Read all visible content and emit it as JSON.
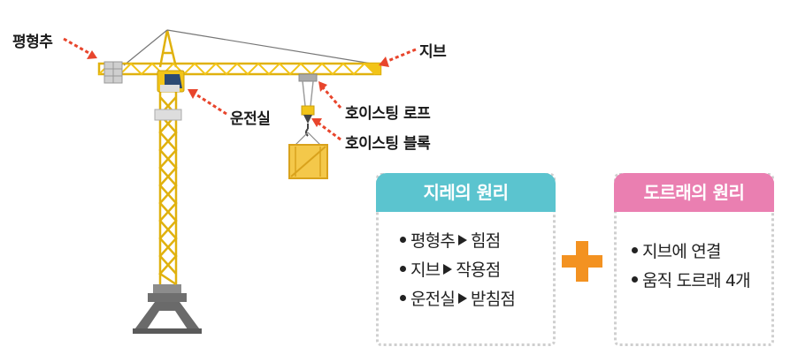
{
  "callouts": {
    "counterweight": "평형추",
    "jib": "지브",
    "cab": "운전실",
    "hoist_rope": "호이스팅 로프",
    "hoist_block": "호이스팅 블록"
  },
  "card_left": {
    "title": "지레의 원리",
    "items": [
      {
        "part": "평형추",
        "role": "힘점"
      },
      {
        "part": "지브",
        "role": "작용점"
      },
      {
        "part": "운전실",
        "role": "받침점"
      }
    ]
  },
  "card_right": {
    "title": "도르래의 원리",
    "items": [
      "지브에 연결",
      "움직 도르래 4개"
    ]
  },
  "colors": {
    "crane_yellow": "#f2c418",
    "callout_arrow": "#e8452c",
    "left_header": "#5bc4cf",
    "right_header": "#ea7fb1",
    "plus": "#f39221"
  }
}
